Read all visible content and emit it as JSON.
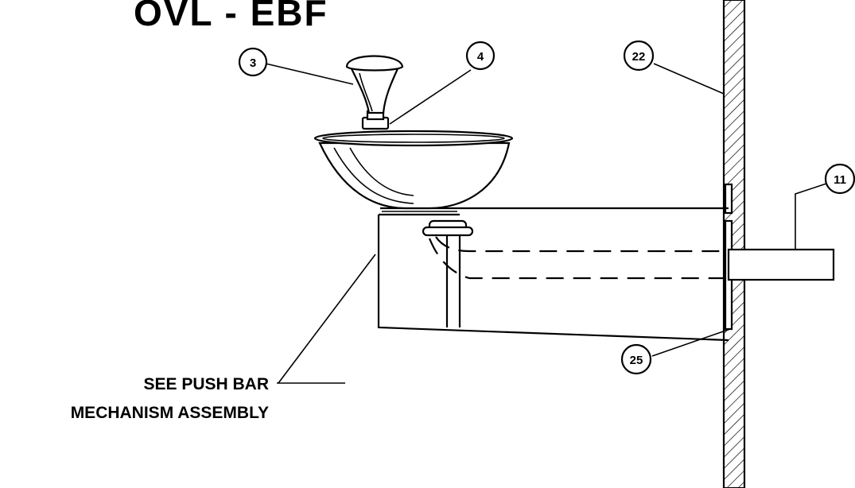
{
  "title": "OVL - EBF",
  "callouts": [
    {
      "id": "callout-3",
      "label": "3"
    },
    {
      "id": "callout-4",
      "label": "4"
    },
    {
      "id": "callout-22",
      "label": "22"
    },
    {
      "id": "callout-11",
      "label": "11"
    },
    {
      "id": "callout-25",
      "label": "25"
    }
  ],
  "note": {
    "line1": "SEE PUSH BAR",
    "line2": "MECHANISM ASSEMBLY"
  }
}
